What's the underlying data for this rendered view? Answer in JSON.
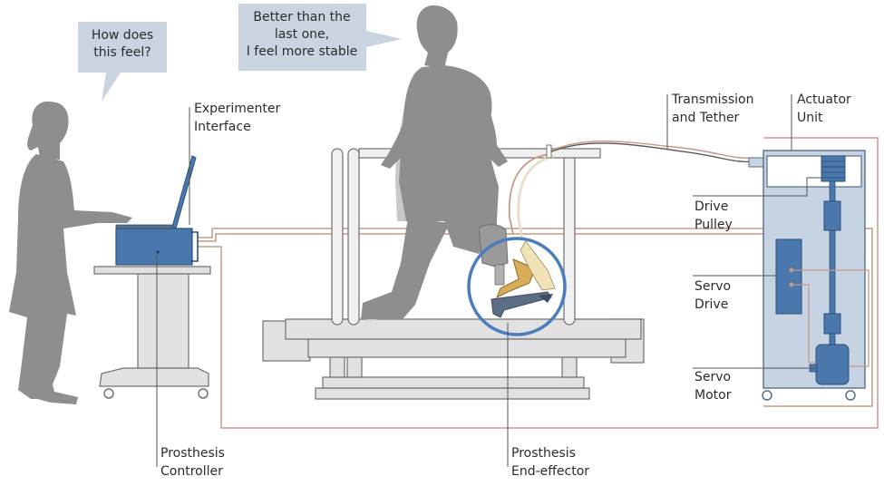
{
  "colors": {
    "figure": "#8e8e8e",
    "figure_shadow": "#c9c9c9",
    "bubble": "#c9d4e0",
    "device_blue": "#4a78ad",
    "cabinet": "#c5d3e3",
    "cabinet_stroke": "#5a6f88",
    "equipment": "#e1e1e1",
    "equipment_stroke": "#6f6f6f",
    "cable": "#c99886",
    "highlight_circle": "#4a7dbd",
    "leader": "#555555"
  },
  "speech": {
    "experimenter": [
      "How does",
      "this feel?"
    ],
    "subject": [
      "Better than the",
      "last one,",
      "I feel more stable"
    ]
  },
  "labels": {
    "experimenter_interface": [
      "Experimenter",
      "Interface"
    ],
    "prosthesis_controller": [
      "Prosthesis",
      "Controller"
    ],
    "prosthesis_end_effector": [
      "Prosthesis",
      "End-effector"
    ],
    "transmission_tether": [
      "Transmission",
      "and Tether"
    ],
    "actuator_unit": [
      "Actuator",
      "Unit"
    ],
    "drive_pulley": [
      "Drive",
      "Pulley"
    ],
    "servo_drive": [
      "Servo",
      "Drive"
    ],
    "servo_motor": [
      "Servo",
      "Motor"
    ]
  }
}
